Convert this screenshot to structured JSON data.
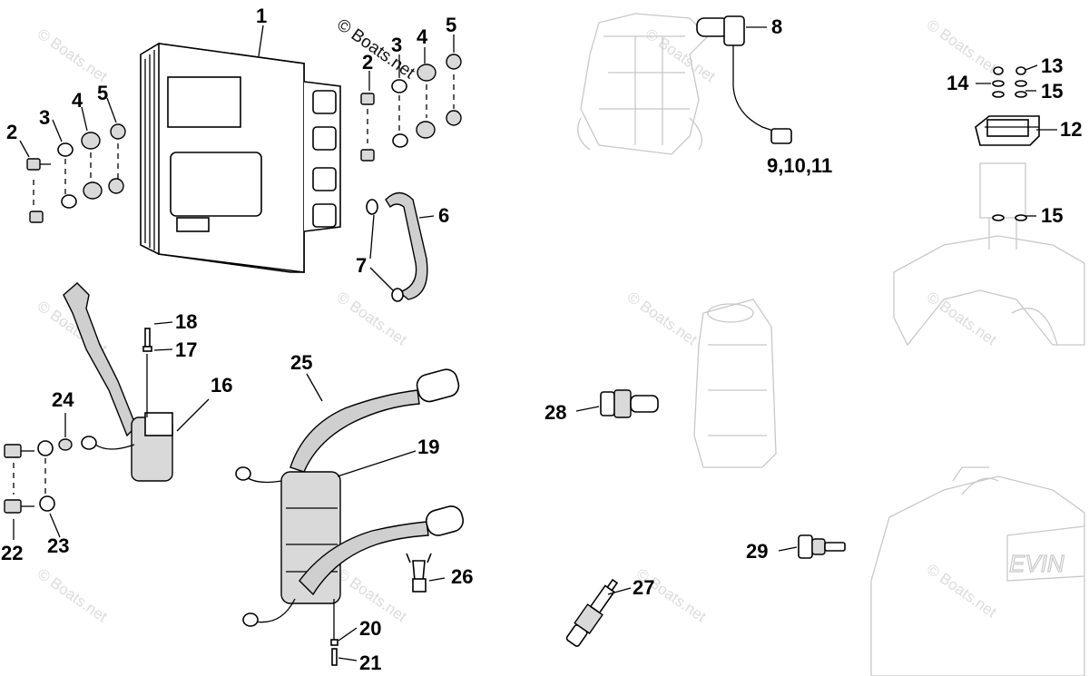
{
  "watermark": {
    "text": "© Boats.net",
    "overlay_text": "© Boats.net"
  },
  "callouts": {
    "c1": "1",
    "c2a": "2",
    "c2b": "2",
    "c3a": "3",
    "c3b": "3",
    "c4a": "4",
    "c4b": "4",
    "c5a": "5",
    "c5b": "5",
    "c6": "6",
    "c7": "7",
    "c8": "8",
    "c9_11": "9,10,11",
    "c12": "12",
    "c13": "13",
    "c14": "14",
    "c15a": "15",
    "c15b": "15",
    "c16": "16",
    "c17": "17",
    "c18": "18",
    "c19": "19",
    "c20": "20",
    "c21": "21",
    "c22": "22",
    "c23": "23",
    "c24": "24",
    "c25": "25",
    "c26": "26",
    "c27": "27",
    "c28": "28",
    "c29": "29"
  },
  "decals": {
    "brand": "EVIN"
  }
}
